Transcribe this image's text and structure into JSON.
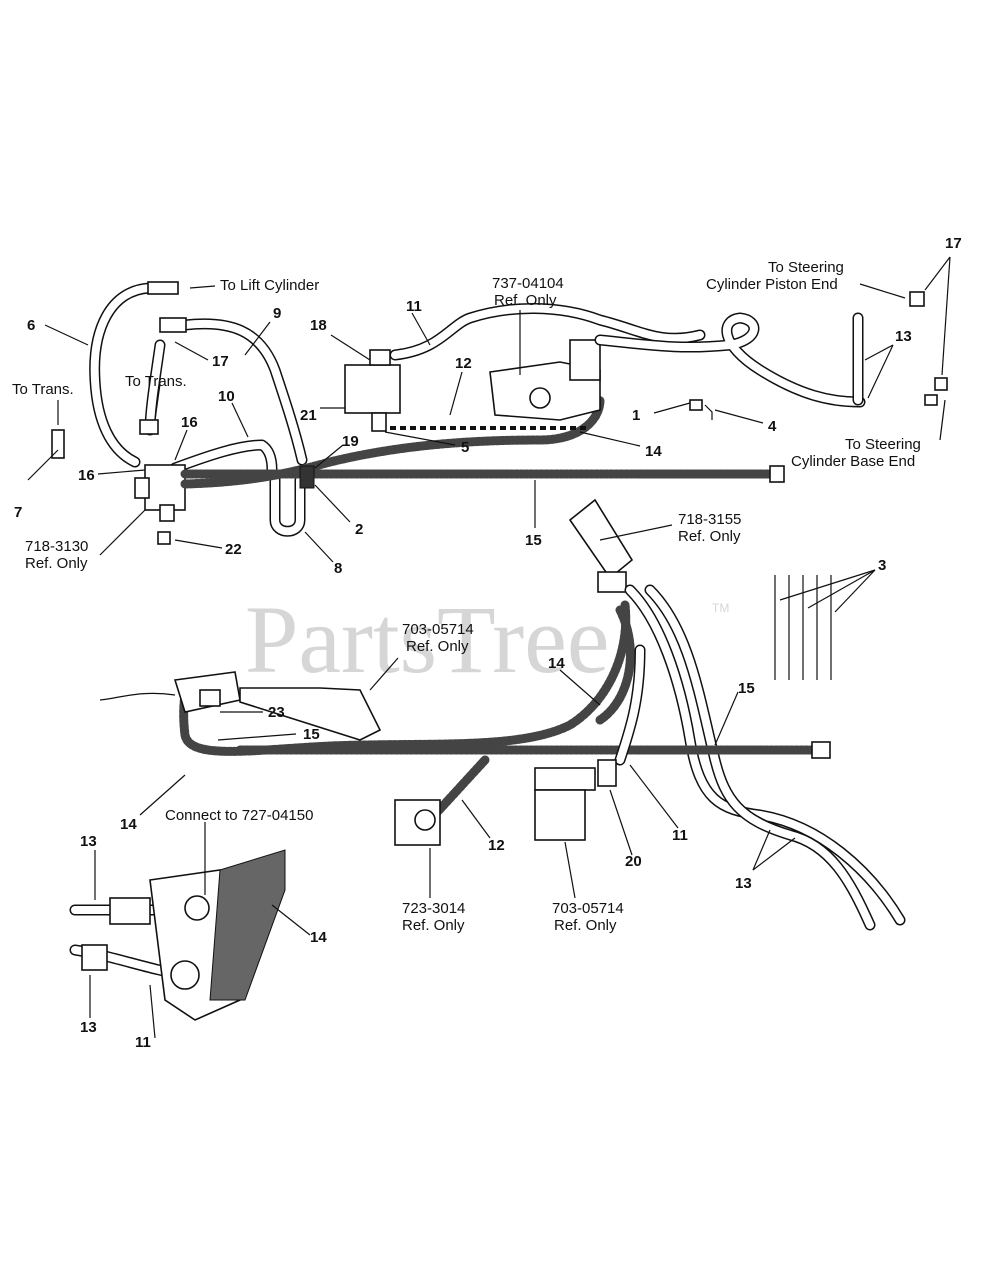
{
  "watermark": {
    "text": "PartsTree",
    "tm": "TM"
  },
  "labels": {
    "to_lift_cylinder": "To Lift Cylinder",
    "to_trans_left": "To Trans.",
    "to_trans_mid": "To Trans.",
    "p737_04104": "737-04104",
    "ref_only_1": "Ref. Only",
    "to_steering_piston_1": "To Steering",
    "to_steering_piston_2": "Cylinder Piston End",
    "to_steering_base_1": "To Steering",
    "to_steering_base_2": "Cylinder Base End",
    "p718_3130": "718-3130",
    "ref_only_2": "Ref. Only",
    "p718_3155": "718-3155",
    "ref_only_3": "Ref. Only",
    "p703_05714_a": "703-05714",
    "ref_only_4": "Ref. Only",
    "connect_to": "Connect to 727-04150",
    "p723_3014": "723-3014",
    "ref_only_5": "Ref. Only",
    "p703_05714_b": "703-05714",
    "ref_only_6": "Ref. Only"
  },
  "callouts": {
    "n6": "6",
    "n9": "9",
    "n17a": "17",
    "n11a": "11",
    "n18": "18",
    "n12a": "12",
    "n10": "10",
    "n16a": "16",
    "n16b": "16",
    "n7": "7",
    "n21": "21",
    "n19": "19",
    "n5": "5",
    "n14a": "14",
    "n1": "1",
    "n4": "4",
    "n17b": "17",
    "n13a": "13",
    "n2": "2",
    "n15a": "15",
    "n22": "22",
    "n8": "8",
    "n3": "3",
    "n14b": "14",
    "n15b": "15",
    "n23": "23",
    "n15c": "15",
    "n14c": "14",
    "n12b": "12",
    "n20": "20",
    "n11b": "11",
    "n13b": "13",
    "n13c": "13",
    "n14d": "14",
    "n13d": "13",
    "n11c": "11"
  }
}
